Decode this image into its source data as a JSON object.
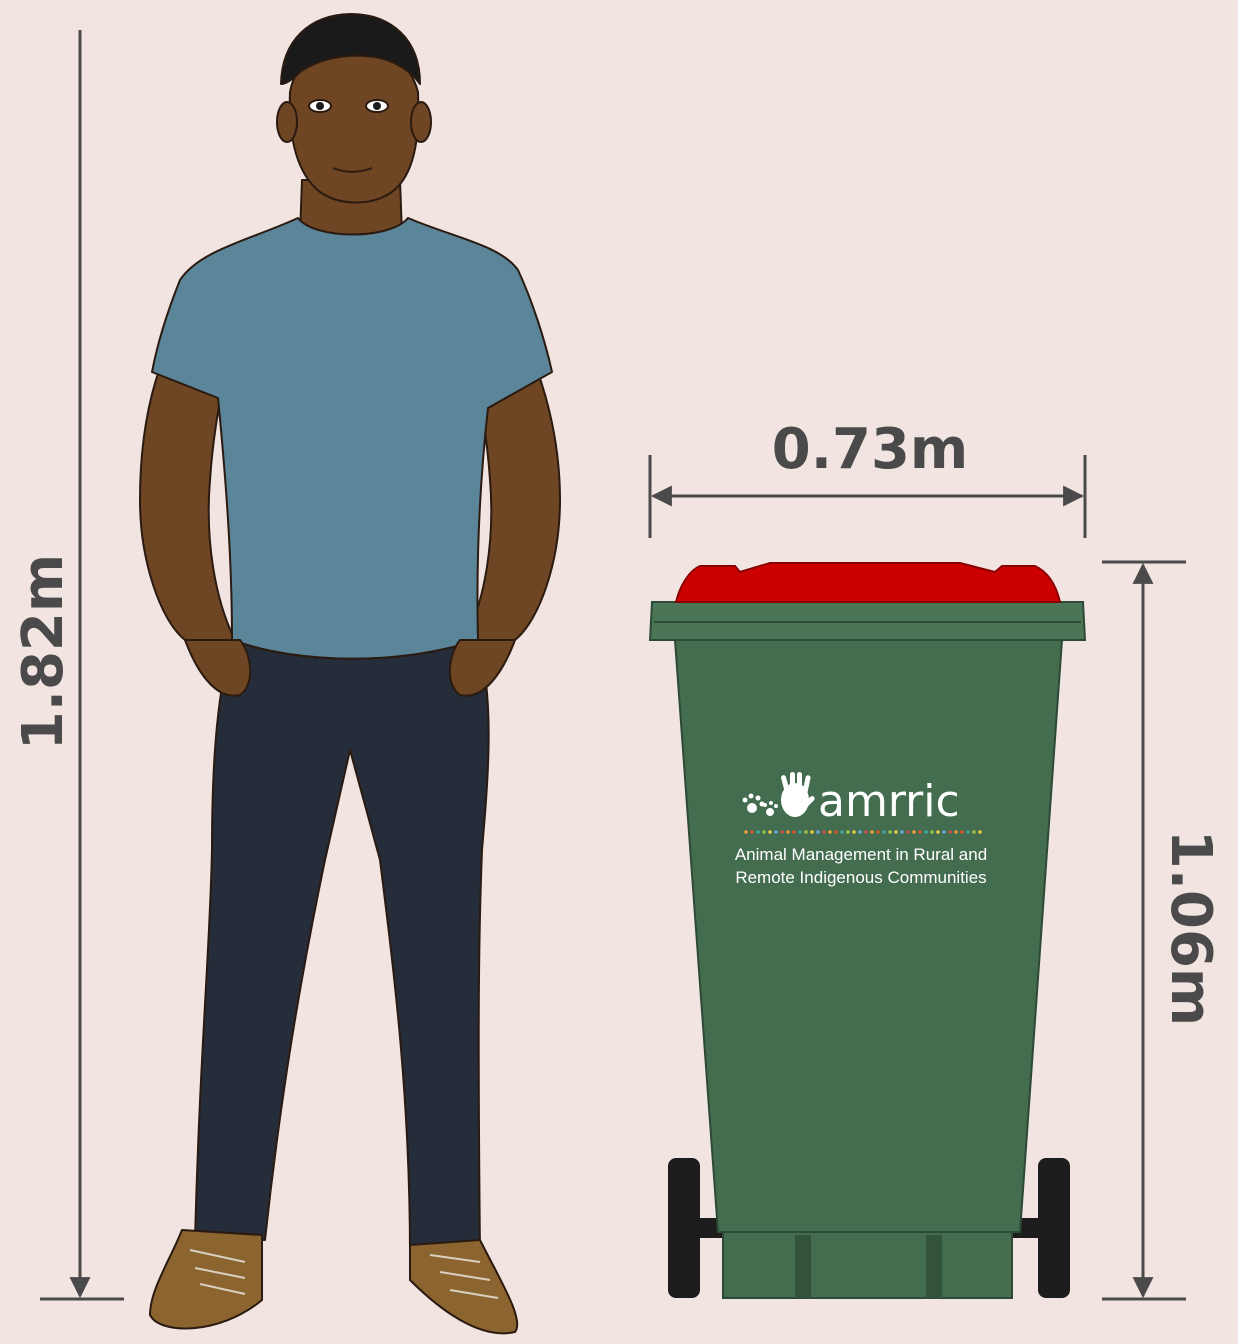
{
  "dimensions": {
    "person_height": "1.82m",
    "bin_width": "0.73m",
    "bin_height": "1.06m"
  },
  "logo": {
    "wordmark": "amrric",
    "tagline_line1": "Animal Management in Rural and",
    "tagline_line2": "Remote Indigenous Communities"
  },
  "colors": {
    "background": "#f2e4e1",
    "bin_body": "#446c4f",
    "bin_lid": "#cc0000",
    "shirt": "#5b8599",
    "pants": "#252d3a",
    "skin": "#6e4624",
    "dimension_lines": "#4a4a4a"
  }
}
